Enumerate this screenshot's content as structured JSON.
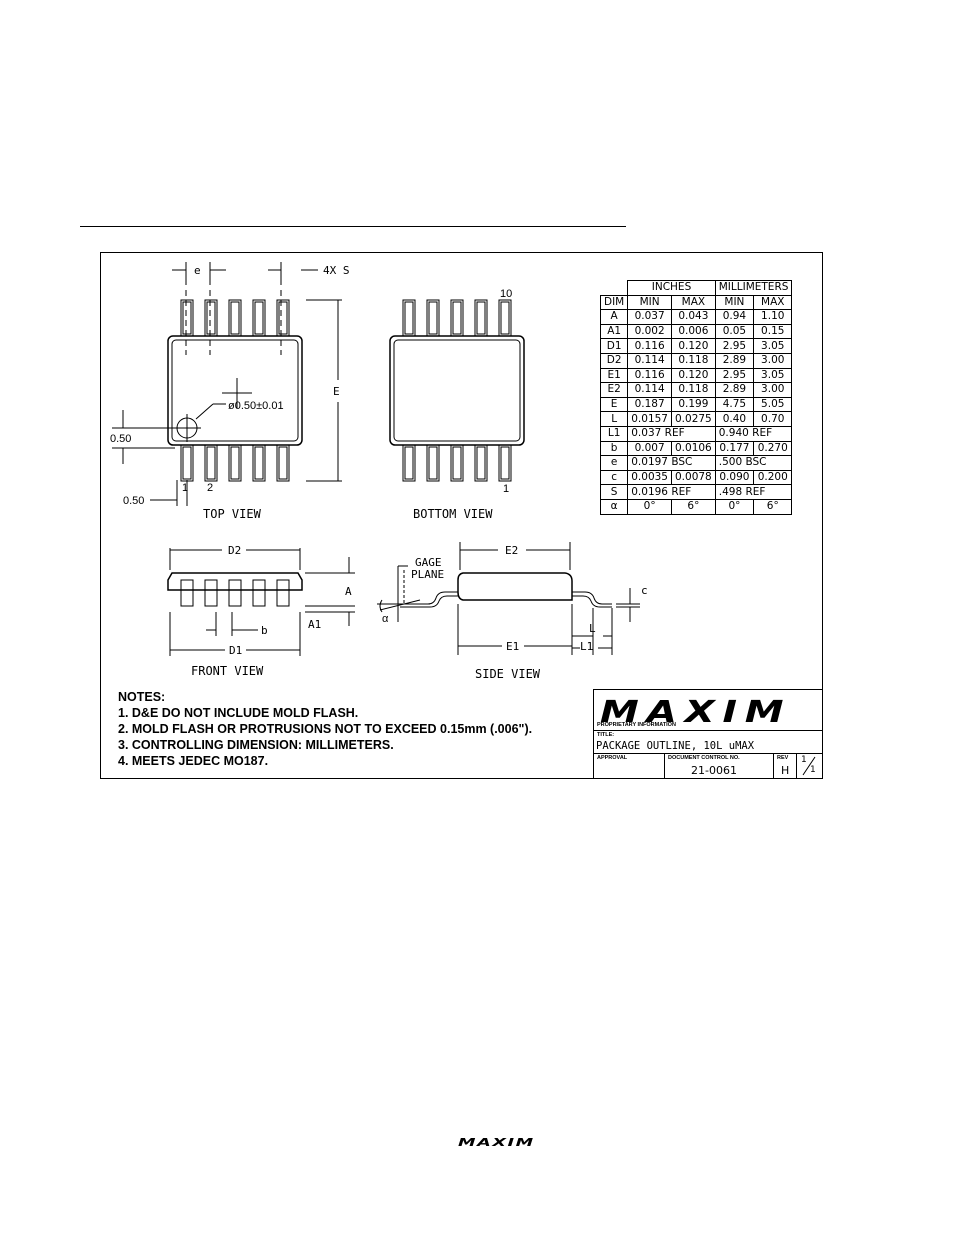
{
  "labels": {
    "e": "e",
    "four_x_s": "4X S",
    "E": "E",
    "hole": "ø0.50±0.01",
    "dim_050_a": "0.50",
    "dim_050_b": "0.50",
    "pin1_top": "1",
    "pin2_top": "2",
    "pin10_bottom": "10",
    "pin1_bottom": "1",
    "top_view": "TOP VIEW",
    "bottom_view": "BOTTOM VIEW",
    "D2": "D2",
    "D1": "D1",
    "A": "A",
    "A1": "A1",
    "b": "b",
    "front_view": "FRONT VIEW",
    "E2": "E2",
    "E1": "E1",
    "gage": "GAGE",
    "plane": "PLANE",
    "alpha": "α",
    "c": "c",
    "L": "L",
    "L1": "L1",
    "side_view": "SIDE VIEW"
  },
  "table": {
    "group_inches": "INCHES",
    "group_mm": "MILLIMETERS",
    "headers": [
      "DIM",
      "MIN",
      "MAX",
      "MIN",
      "MAX"
    ],
    "rows": [
      {
        "cells": [
          "A",
          "0.037",
          "0.043",
          "0.94",
          "1.10"
        ]
      },
      {
        "cells": [
          "A1",
          "0.002",
          "0.006",
          "0.05",
          "0.15"
        ]
      },
      {
        "cells": [
          "D1",
          "0.116",
          "0.120",
          "2.95",
          "3.05"
        ]
      },
      {
        "cells": [
          "D2",
          "0.114",
          "0.118",
          "2.89",
          "3.00"
        ]
      },
      {
        "cells": [
          "E1",
          "0.116",
          "0.120",
          "2.95",
          "3.05"
        ]
      },
      {
        "cells": [
          "E2",
          "0.114",
          "0.118",
          "2.89",
          "3.00"
        ]
      },
      {
        "cells": [
          "E",
          "0.187",
          "0.199",
          "4.75",
          "5.05"
        ]
      },
      {
        "cells": [
          "L",
          "0.0157",
          "0.0275",
          "0.40",
          "0.70"
        ]
      },
      {
        "span": true,
        "cells": [
          "L1",
          "0.037 REF",
          "0.940 REF"
        ]
      },
      {
        "cells": [
          "b",
          "0.007",
          "0.0106",
          "0.177",
          "0.270"
        ]
      },
      {
        "span": true,
        "cells": [
          "e",
          "0.0197 BSC",
          ".500 BSC"
        ]
      },
      {
        "cells": [
          "c",
          "0.0035",
          "0.0078",
          "0.090",
          "0.200"
        ]
      },
      {
        "span": true,
        "cells": [
          "S",
          "0.0196 REF",
          ".498 REF"
        ]
      },
      {
        "cells": [
          "α",
          "0°",
          "6°",
          "0°",
          "6°"
        ]
      }
    ]
  },
  "notes": [
    "NOTES:",
    "1. D&E DO NOT INCLUDE MOLD FLASH.",
    "2. MOLD FLASH OR PROTRUSIONS NOT TO EXCEED 0.15mm (.006\").",
    "3. CONTROLLING DIMENSION:   MILLIMETERS.",
    "4. MEETS JEDEC MO187."
  ],
  "title_block": {
    "logo": "MAXIM",
    "proprietary": "PROPRIETARY INFORMATION",
    "title_label": "TITLE:",
    "title": "PACKAGE OUTLINE, 10L uMAX",
    "approval_label": "APPROVAL",
    "doc_label": "DOCUMENT CONTROL NO.",
    "doc_no": "21-0061",
    "rev_label": "REV",
    "rev": "H",
    "sheet_num": "1",
    "sheet_den": "1"
  },
  "footer_logo": "MAXIM"
}
